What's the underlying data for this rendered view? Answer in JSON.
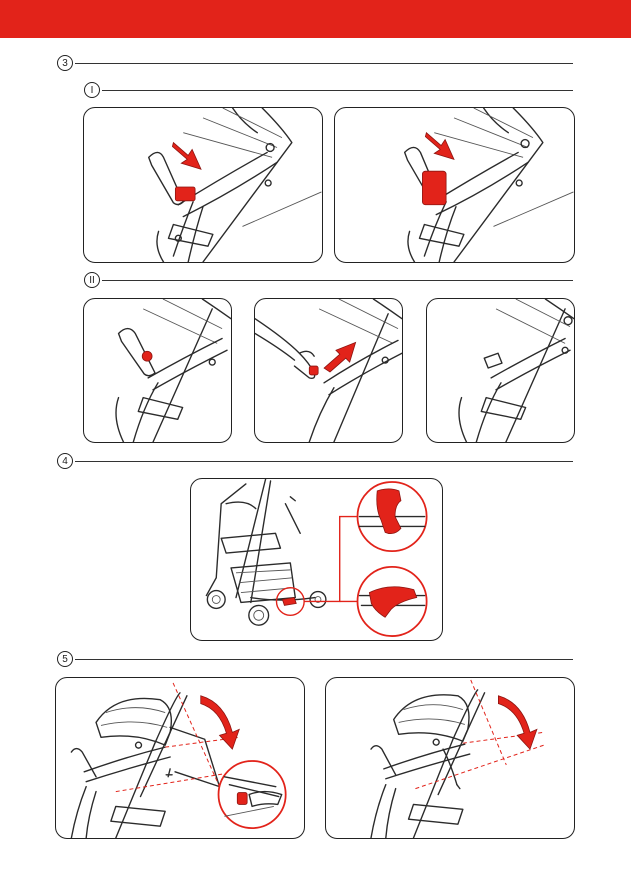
{
  "steps": {
    "s3": "3",
    "s3_sub1": "I",
    "s3_sub2": "II",
    "s4": "4",
    "s5": "5"
  },
  "colors": {
    "accent": "#e2231a",
    "line": "#2b2b2b"
  }
}
